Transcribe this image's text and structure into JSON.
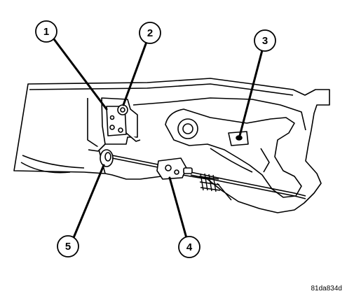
{
  "callouts": [
    {
      "label": "1",
      "target": "mounting-bracket"
    },
    {
      "label": "2",
      "target": "bracket-fastener"
    },
    {
      "label": "3",
      "target": "latch-housing"
    },
    {
      "label": "4",
      "target": "cable-clip"
    },
    {
      "label": "5",
      "target": "cable-grommet"
    }
  ],
  "figure_code": "81da834d"
}
